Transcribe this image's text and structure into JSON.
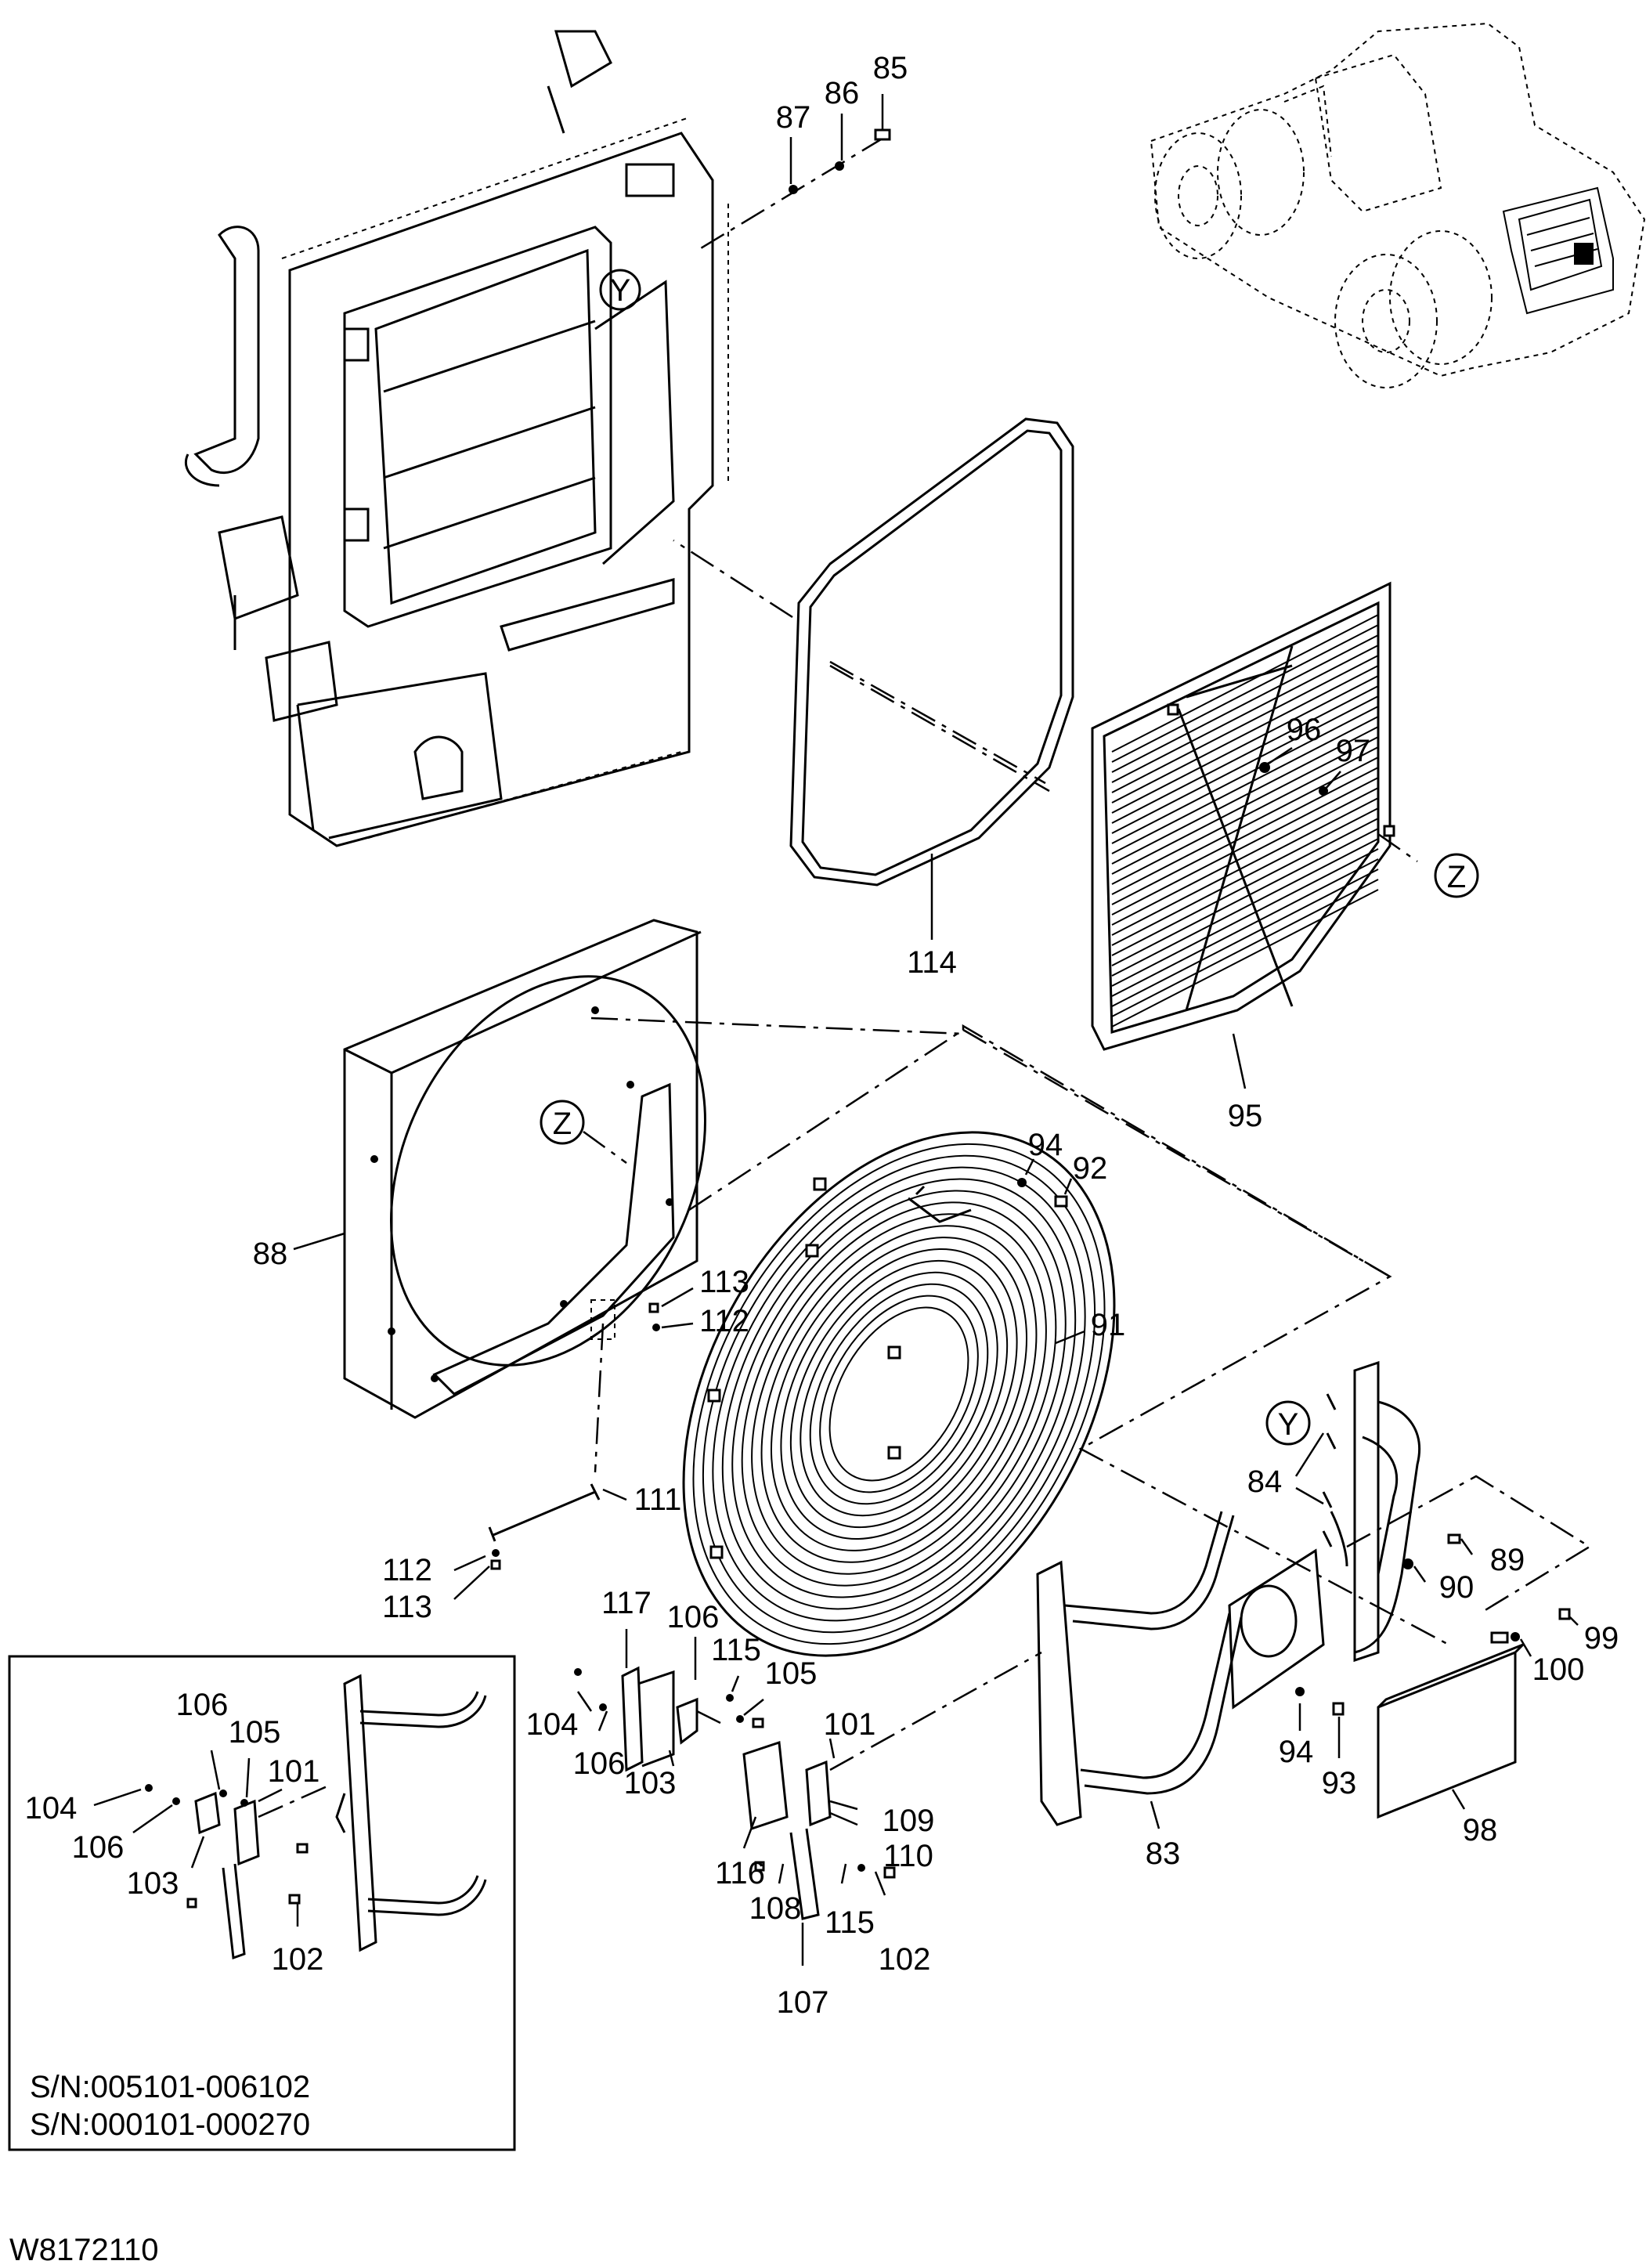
{
  "drawing_id": "W8172110",
  "serial_note": {
    "line1": "S/N:005101-006102",
    "line2": "S/N:000101-000270"
  },
  "view_refs": {
    "y": "Y",
    "z": "Z"
  },
  "labels": {
    "p85": "85",
    "p86": "86",
    "p87": "87",
    "p96": "96",
    "p97": "97",
    "p114": "114",
    "p95": "95",
    "p88": "88",
    "p94a": "94",
    "p92": "92",
    "p91": "91",
    "p113a": "113",
    "p112a": "112",
    "p111": "111",
    "p112b": "112",
    "p113b": "113",
    "p84": "84",
    "p89": "89",
    "p90": "90",
    "p99": "99",
    "p100": "100",
    "p94b": "94",
    "p93": "93",
    "p83": "83",
    "p98": "98",
    "p117": "117",
    "p106a": "106",
    "p115a": "115",
    "p105a": "105",
    "p104a": "104",
    "p106b": "106",
    "p103a": "103",
    "p116": "116",
    "p101a": "101",
    "p109": "109",
    "p110": "110",
    "p108": "108",
    "p115b": "115",
    "p102a": "102",
    "p107": "107",
    "i106": "106",
    "i105": "105",
    "i101": "101",
    "i104": "104",
    "i106b": "106",
    "i103": "103",
    "i102": "102"
  }
}
